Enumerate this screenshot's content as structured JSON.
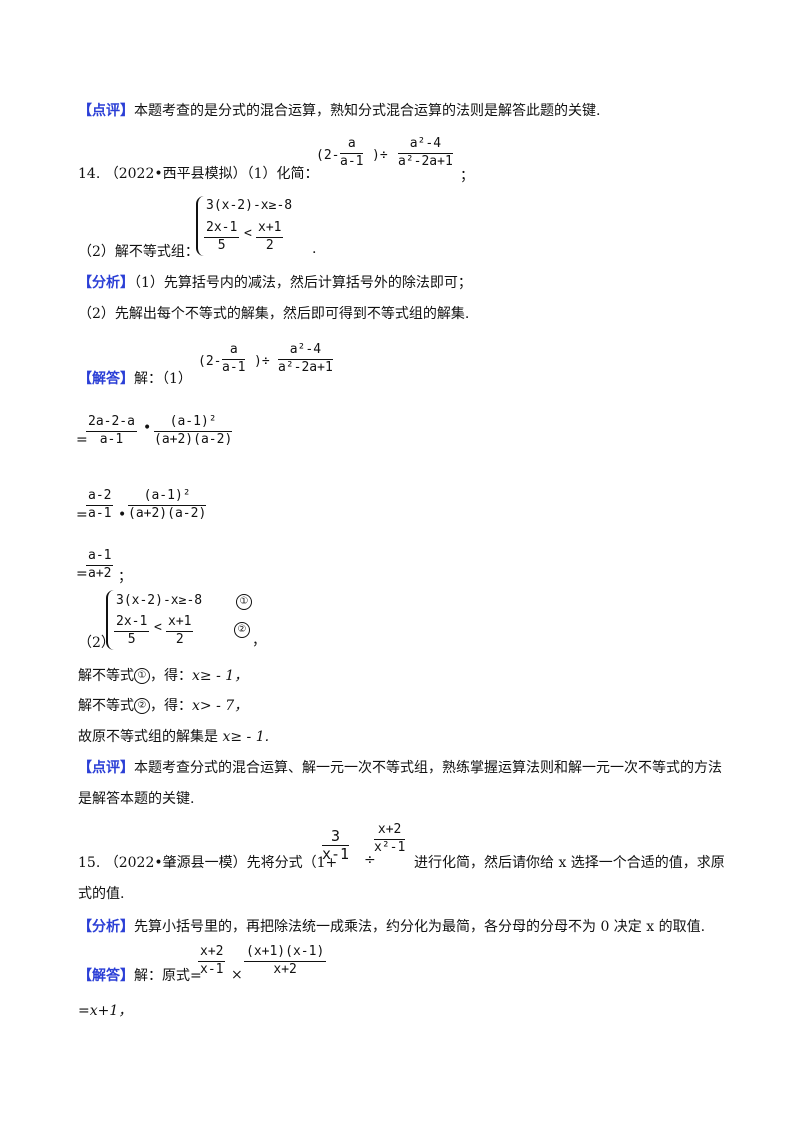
{
  "p1": {
    "tag": "【点评】",
    "text": "本题考查的是分式的混合运算，熟知分式混合运算的法则是解答此题的关键."
  },
  "q14": {
    "num": "14.",
    "source": "（2022•西平县模拟）（1）化简：",
    "expr_left": "(2-",
    "frac_a_num": "a",
    "frac_a_den": "a-1",
    "div": ")÷",
    "frac_b_num": "a²-4",
    "frac_b_den": "a²-2a+1",
    "tail": "；",
    "part2": "（2）解不等式组：",
    "ineq1": "3(x-2)-x≥-8",
    "ineq2_num": "2x-1",
    "ineq2_den": "5",
    "lt": "<",
    "ineq2_rnum": "x+1",
    "ineq2_rden": "2",
    "period": "."
  },
  "analysis14": {
    "tag": "【分析】",
    "line1": "（1）先算括号内的减法，然后计算括号外的除法即可；",
    "line2": "（2）先解出每个不等式的解集，然后即可得到不等式组的解集."
  },
  "solution14": {
    "tag": "【解答】",
    "intro": "解：（1）",
    "step1_num1": "2a-2-a",
    "step1_den1": "a-1",
    "step1_num2": "(a-1)²",
    "step1_den2": "(a+2)(a-2)",
    "step2_num1": "a-2",
    "step2_den1": "a-1",
    "step2_num2": "(a-1)²",
    "step2_den2": "(a+2)(a-2)",
    "step3_num": "a-1",
    "step3_den": "a+2",
    "eq": "=",
    "dot": "•",
    "semi": "；",
    "part2": "（2）",
    "c1": "①",
    "c2": "②",
    "comma": "，",
    "res1_pre": "解不等式",
    "res1_post": "，得：",
    "res1_val": "x≥ - 1，",
    "res2_val": "x> - 7，",
    "final_pre": "故原不等式组的解集是 ",
    "final_val": "x≥ - 1."
  },
  "review14": {
    "tag": "【点评】",
    "line1": "本题考查分式的混合运算、解一元一次不等式组，熟练掌握运算法则和解一元一次不等式的方法",
    "line2": "是解答本题的关键."
  },
  "q15": {
    "num": "15.",
    "source": "（2022•肇源县一模）先将分式（1+",
    "frac1_num": "3",
    "frac1_den": "x-1",
    "div": "÷",
    "frac2_num": "x+2",
    "frac2_den": "x²-1",
    "after": "进行化简，然后请你给 x 选择一个合适的值，求原",
    "line2": "式的值."
  },
  "analysis15": {
    "tag": "【分析】",
    "text": "先算小括号里的，再把除法统一成乘法，约分化为最简，各分母的分母不为 0 决定 x 的取值."
  },
  "solution15": {
    "tag": "【解答】",
    "intro": "解：原式=",
    "num1": "x+2",
    "den1": "x-1",
    "times": "×",
    "num2": "(x+1)(x-1)",
    "den2": "x+2",
    "result": "=x+1，"
  }
}
